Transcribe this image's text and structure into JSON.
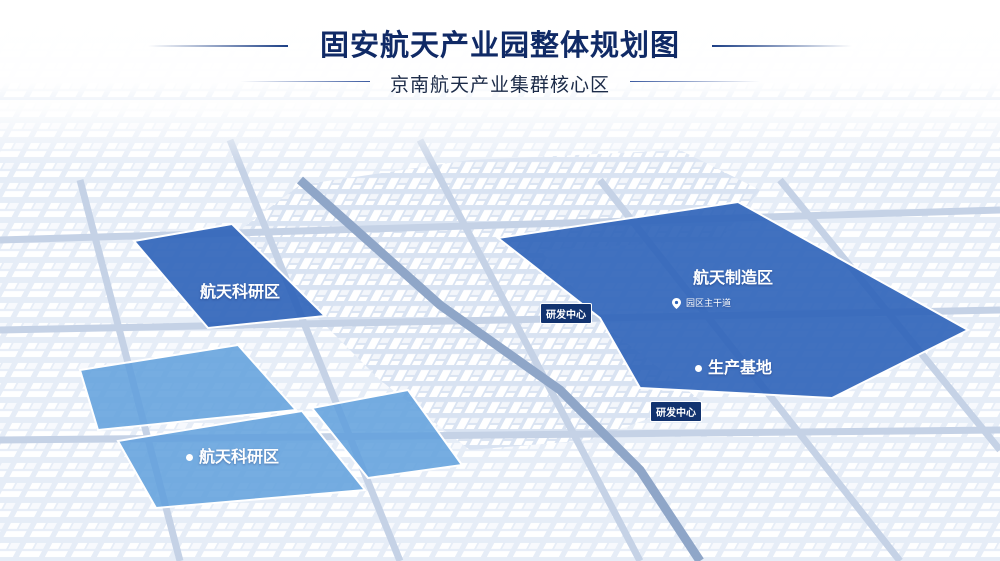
{
  "header": {
    "title": "固安航天产业园整体规划图",
    "subtitle": "京南航天产业集群核心区"
  },
  "zones": {
    "manufacturing": "航天制造区",
    "main_road": "园区主干道",
    "production": "生产基地",
    "research_north": "航天科研区",
    "research_south": "航天科研区"
  },
  "tags": {
    "rd_center_north": "研发中心",
    "rd_center_south": "研发中心"
  },
  "colors": {
    "zone_dark": "#2c62b8",
    "zone_light": "#5e9fdc",
    "title": "#102a66",
    "tag_bg": "#12336f"
  }
}
